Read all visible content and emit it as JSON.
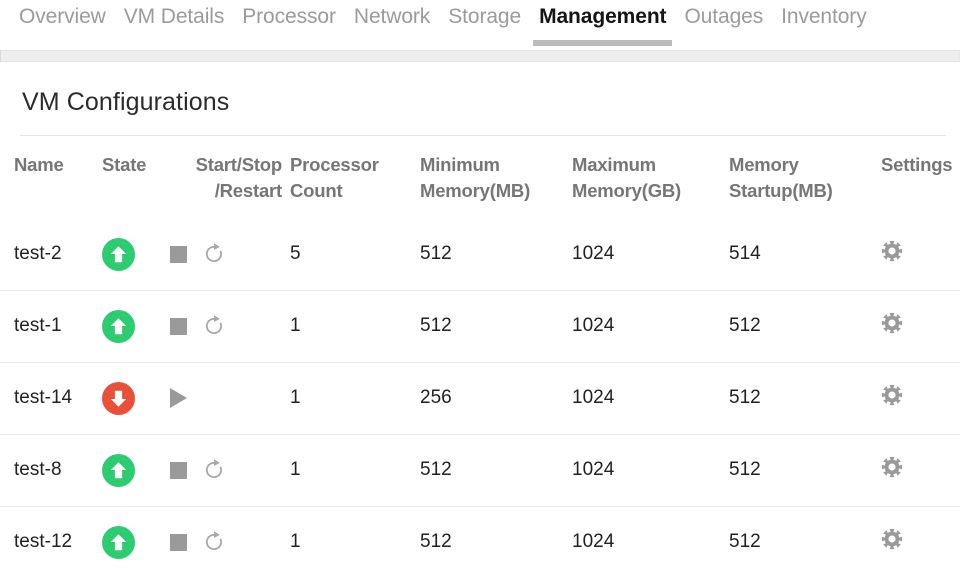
{
  "tabs": [
    {
      "label": "Overview",
      "active": false
    },
    {
      "label": "VM Details",
      "active": false
    },
    {
      "label": "Processor",
      "active": false
    },
    {
      "label": "Network",
      "active": false
    },
    {
      "label": "Storage",
      "active": false
    },
    {
      "label": "Management",
      "active": true
    },
    {
      "label": "Outages",
      "active": false
    },
    {
      "label": "Inventory",
      "active": false
    }
  ],
  "page": {
    "title": "VM Configurations"
  },
  "table": {
    "headers": [
      {
        "line1": "Name",
        "line2": ""
      },
      {
        "line1": "State",
        "line2": ""
      },
      {
        "line1": "Start/Stop",
        "line2": "/Restart"
      },
      {
        "line1": "Processor",
        "line2": "Count"
      },
      {
        "line1": "Minimum",
        "line2": "Memory(MB)"
      },
      {
        "line1": "Maximum",
        "line2": "Memory(GB)"
      },
      {
        "line1": "Memory",
        "line2": "Startup(MB)"
      },
      {
        "line1": "Settings",
        "line2": ""
      }
    ],
    "rows": [
      {
        "name": "test-2",
        "state": "running",
        "state_icon": "arrow-up-circle-green-icon",
        "actions": [
          "stop-icon",
          "restart-icon"
        ],
        "processor_count": "5",
        "minimum_memory_mb": "512",
        "maximum_memory_gb": "1024",
        "memory_startup_mb": "514",
        "settings_icon": "gear-icon"
      },
      {
        "name": "test-1",
        "state": "running",
        "state_icon": "arrow-up-circle-green-icon",
        "actions": [
          "stop-icon",
          "restart-icon"
        ],
        "processor_count": "1",
        "minimum_memory_mb": "512",
        "maximum_memory_gb": "1024",
        "memory_startup_mb": "512",
        "settings_icon": "gear-icon"
      },
      {
        "name": "test-14",
        "state": "stopped",
        "state_icon": "arrow-down-circle-red-icon",
        "actions": [
          "play-icon"
        ],
        "processor_count": "1",
        "minimum_memory_mb": "256",
        "maximum_memory_gb": "1024",
        "memory_startup_mb": "512",
        "settings_icon": "gear-icon"
      },
      {
        "name": "test-8",
        "state": "running",
        "state_icon": "arrow-up-circle-green-icon",
        "actions": [
          "stop-icon",
          "restart-icon"
        ],
        "processor_count": "1",
        "minimum_memory_mb": "512",
        "maximum_memory_gb": "1024",
        "memory_startup_mb": "512",
        "settings_icon": "gear-icon"
      },
      {
        "name": "test-12",
        "state": "running",
        "state_icon": "arrow-up-circle-green-icon",
        "actions": [
          "stop-icon",
          "restart-icon"
        ],
        "processor_count": "1",
        "minimum_memory_mb": "512",
        "maximum_memory_gb": "1024",
        "memory_startup_mb": "512",
        "settings_icon": "gear-icon"
      }
    ]
  },
  "colors": {
    "state_running": "#2ecc71",
    "state_stopped": "#e8503a",
    "icon_gray": "#9a9a9a",
    "active_tab_underline": "#bcbcbc",
    "header_text": "#767676"
  }
}
